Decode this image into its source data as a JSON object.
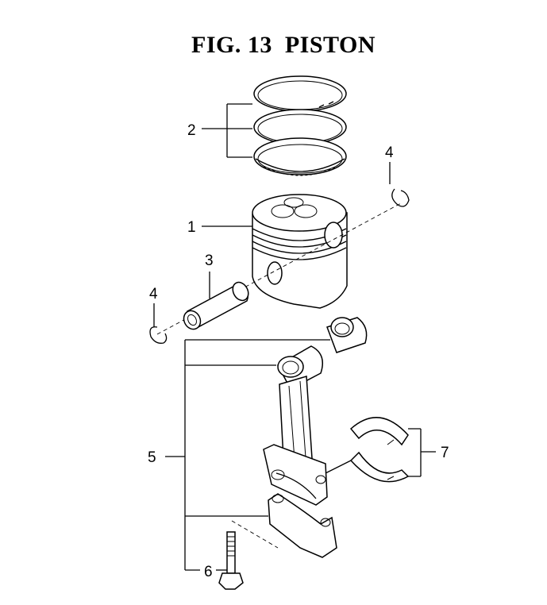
{
  "title": "FIG. 13  PISTON",
  "callouts": [
    {
      "id": "callout-2",
      "label": "2"
    },
    {
      "id": "callout-4a",
      "label": "4"
    },
    {
      "id": "callout-1",
      "label": "1"
    },
    {
      "id": "callout-3",
      "label": "3"
    },
    {
      "id": "callout-4b",
      "label": "4"
    },
    {
      "id": "callout-5",
      "label": "5"
    },
    {
      "id": "callout-7",
      "label": "7"
    },
    {
      "id": "callout-6",
      "label": "6"
    }
  ]
}
